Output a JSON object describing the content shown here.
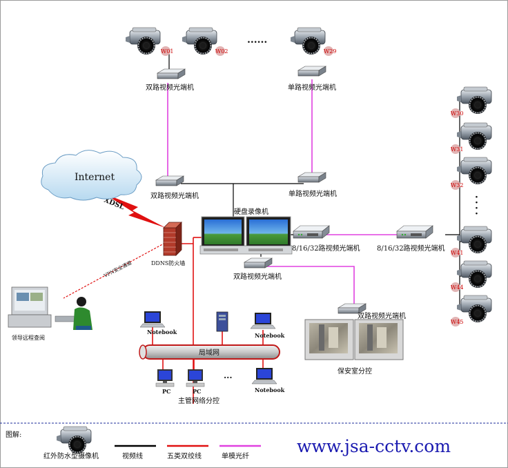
{
  "nodes": {
    "cam_w01": "W01",
    "cam_w02": "W02",
    "cam_w29": "W29",
    "cam_w30": "W30",
    "cam_w31": "W31",
    "cam_w32": "W32",
    "cam_w41": "W41",
    "cam_w44": "W44",
    "cam_w45": "W45",
    "top_left_transceiver": "双路视频光端机",
    "top_right_transceiver": "单路视频光端机",
    "mid_left_transceiver": "双路视频光端机",
    "mid_right_transceiver": "单路视频光端机",
    "internet": "Internet",
    "xdsl": "XDSL",
    "firewall": "DDNS防火墙",
    "vpn": "VPN安全通道",
    "dvr": "硬盘录像机",
    "mux_a": "8/16/32路视频光端机",
    "mux_b": "8/16/32路视频光端机",
    "dvr_transceiver": "双路视频光端机",
    "security_transceiver": "双路视频光端机",
    "security_room": "保安室分控",
    "remote_viewer": "领导远程查阅",
    "notebook_1": "Notebook",
    "notebook_2": "Notebook",
    "notebook_3": "Notebook",
    "pc_1": "PC",
    "pc_2": "PC",
    "lan": "局域网",
    "management": "主管网络分控",
    "ellipsis_top": "......",
    "ellipsis_right": "·",
    "ellipsis_lan": "..."
  },
  "legend": {
    "title": "图解:",
    "camera": "红外防水型摄像机",
    "video_line": "视频线",
    "cat5": "五类双绞线",
    "fiber": "单模光纤"
  },
  "website": "www.jsa-cctv.com",
  "colors": {
    "video": "#000000",
    "cat5": "#e01010",
    "fiber": "#e040e0",
    "website": "#1a1ab0",
    "badge": "#e2b4b4"
  }
}
